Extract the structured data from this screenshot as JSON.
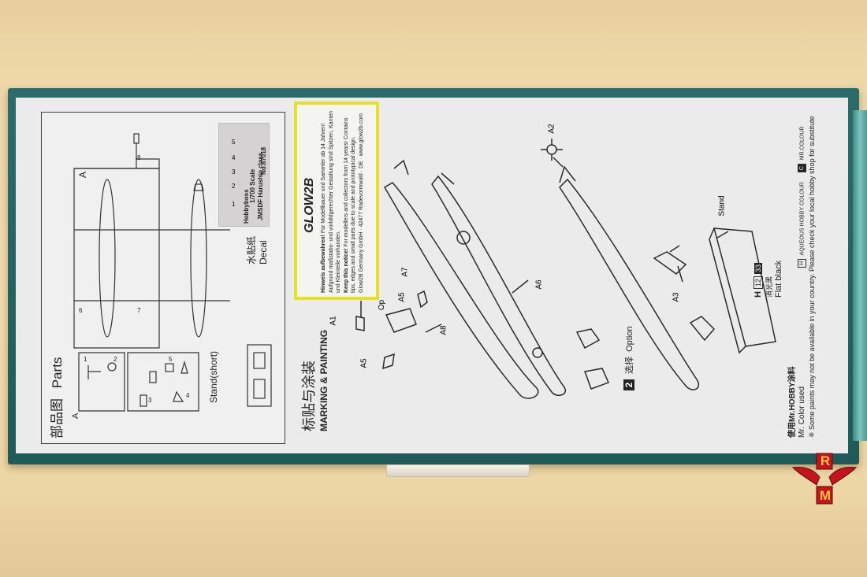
{
  "parts": {
    "title_cn": "部品图",
    "title_en": "Parts",
    "sprue_letter": "A",
    "sprue_letter_inner": "A",
    "stand_label": "Stand(short)",
    "part_numbers": [
      "1",
      "2",
      "3",
      "4",
      "5",
      "6",
      "7",
      "8"
    ]
  },
  "decal": {
    "label_cn": "水贴纸",
    "label_en": "Decal",
    "scale": "1/700 Scale",
    "subject": "JMSDF Harushio class",
    "brand": "Hobbyboss",
    "number": "No.87018",
    "decal_numbers": [
      "1",
      "2",
      "3",
      "4",
      "5"
    ]
  },
  "notice": {
    "logo": "GLOW2B",
    "de_bold": "Hinweis aufbewahren!",
    "de_text": "Für Modellbauer und Sammler ab 14 Jahren! Aufgrund maßstabs- und vorbildgerechter Gestaltung sind Spitzen, Kanten und Kleinteile vorhanden.",
    "en_bold": "Keep this notice!",
    "en_text": "For modellers and collectors from 14 years! Contains tips, edges and small parts due to scale and prototypical design.",
    "address": "Glow2B Germany GmbH · 42477 Radevormwald · DE · www.glow2b.com"
  },
  "marking": {
    "title_cn": "标贴与涂装",
    "title_en": "MARKING & PAINTING",
    "callouts": [
      "A1",
      "A5",
      "A5",
      "A7",
      "A8",
      "A6",
      "A2",
      "A3",
      "Stand"
    ],
    "option_cn": "选择",
    "option_en": "Option",
    "option_number": "2",
    "option_partial": "Op",
    "paint_code_letter": "H",
    "paint_code_1": "12",
    "paint_code_2": "33",
    "paint_name_cn": "消光黑",
    "paint_name_en": "Flat black"
  },
  "paints": {
    "used_cn": "使用Mr.HOBBY涂料",
    "used_en": "Mr. Color used",
    "note": "※ Some paints may not be available in your country. Please check your local hobby shop for substitute",
    "legend_aqueous_mark": "H",
    "legend_aqueous": "AQUEOUS HOBBY COLOUR",
    "legend_mr_mark": "C",
    "legend_mr": "MR.COLOUR"
  },
  "watermark": {
    "text_r": "R",
    "text_m": "M"
  },
  "colors": {
    "box_teal": "#1f5a58",
    "panel": "#ecebeb",
    "notice_border": "#e6e02a",
    "background": "#eed8a8",
    "logo_red": "#c4141c"
  }
}
